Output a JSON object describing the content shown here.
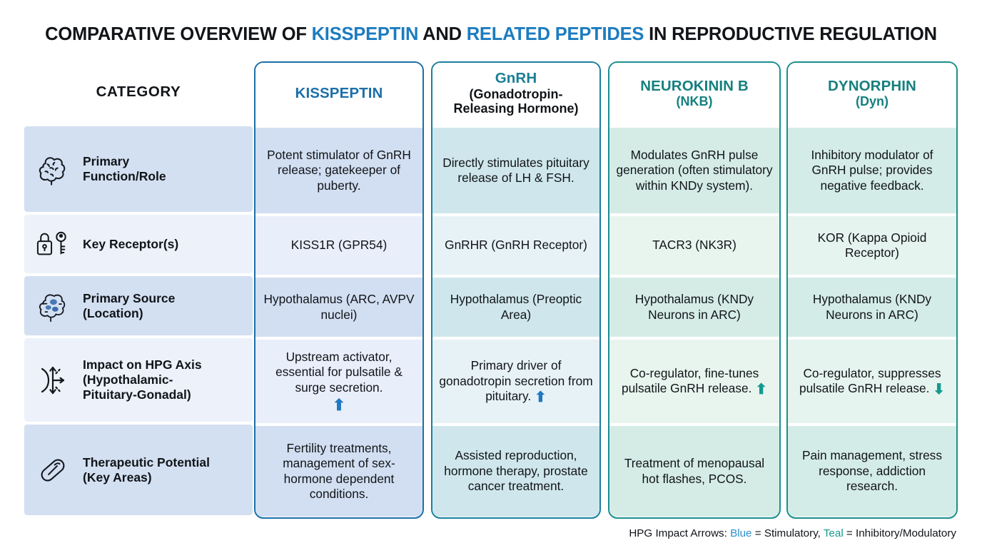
{
  "title": {
    "part1": "COMPARATIVE OVERVIEW OF ",
    "hl1": "KISSPEPTIN",
    "part2": " AND ",
    "hl2": "RELATED PEPTIDES",
    "part3": " IN REPRODUCTIVE REGULATION"
  },
  "category_header": "CATEGORY",
  "columns": [
    {
      "id": "kisspeptin",
      "title": "KISSPEPTIN",
      "subtitle": "",
      "accent": "#1c6fa8"
    },
    {
      "id": "gnrh",
      "title": "GnRH",
      "subtitle": "(Gonadotropin-\nReleasing Hormone)",
      "accent": "#1b7f9e"
    },
    {
      "id": "nkb",
      "title": "NEUROKININ B",
      "subtitle": "(NKB)",
      "accent": "#1a8f93"
    },
    {
      "id": "dynorphin",
      "title": "DYNORPHIN",
      "subtitle": "(Dyn)",
      "accent": "#1a8f8d"
    }
  ],
  "rows": [
    {
      "icon": "brain-icon",
      "label": "Primary\nFunction/Role",
      "cells": [
        {
          "text": "Potent stimulator of GnRH release; gatekeeper of puberty.",
          "arrow": ""
        },
        {
          "text": "Directly stimulates pituitary release of LH & FSH.",
          "arrow": ""
        },
        {
          "text": "Modulates GnRH pulse generation (often stimulatory within KNDy system).",
          "arrow": ""
        },
        {
          "text": "Inhibitory modulator of GnRH pulse; provides negative feedback.",
          "arrow": ""
        }
      ]
    },
    {
      "icon": "lock-key-icon",
      "label": "Key Receptor(s)",
      "cells": [
        {
          "text": "KISS1R (GPR54)",
          "arrow": ""
        },
        {
          "text": "GnRHR\n(GnRH Receptor)",
          "arrow": ""
        },
        {
          "text": "TACR3 (NK3R)",
          "arrow": ""
        },
        {
          "text": "KOR\n(Kappa Opioid Receptor)",
          "arrow": ""
        }
      ]
    },
    {
      "icon": "brain-location-icon",
      "label": "Primary Source\n(Location)",
      "cells": [
        {
          "text": "Hypothalamus\n(ARC, AVPV nuclei)",
          "arrow": ""
        },
        {
          "text": "Hypothalamus\n(Preoptic Area)",
          "arrow": ""
        },
        {
          "text": "Hypothalamus\n(KNDy Neurons in ARC)",
          "arrow": ""
        },
        {
          "text": "Hypothalamus\n(KNDy Neurons in ARC)",
          "arrow": ""
        }
      ]
    },
    {
      "icon": "hpg-axis-icon",
      "label": "Impact on HPG Axis\n(Hypothalamic-\nPituitary-Gonadal)",
      "cells": [
        {
          "text": "Upstream activator, essential for pulsatile & surge secretion.",
          "arrow": "up-blue",
          "arrow_block": true
        },
        {
          "text": "Primary driver of gonadotropin secretion from pituitary.",
          "arrow": "up-blue",
          "arrow_block": false
        },
        {
          "text": "Co-regulator, fine-tunes pulsatile GnRH release.",
          "arrow": "up-teal",
          "arrow_block": false
        },
        {
          "text": "Co-regulator, suppresses pulsatile GnRH release.",
          "arrow": "down-teal",
          "arrow_block": false
        }
      ]
    },
    {
      "icon": "pill-icon",
      "label": "Therapeutic Potential\n(Key Areas)",
      "cells": [
        {
          "text": "Fertility treatments, management of sex-hormone dependent conditions.",
          "arrow": ""
        },
        {
          "text": "Assisted reproduction, hormone therapy, prostate cancer treatment.",
          "arrow": ""
        },
        {
          "text": "Treatment of menopausal hot flashes, PCOS.",
          "arrow": ""
        },
        {
          "text": "Pain management, stress response, addiction research.",
          "arrow": ""
        }
      ]
    }
  ],
  "footer": {
    "prefix": "HPG Impact Arrows: ",
    "blue_word": "Blue",
    "mid": " = Stimulatory, ",
    "teal_word": "Teal",
    "suffix": " = Inhibitory/Modulatory"
  },
  "colors": {
    "title_highlight": "#1c7cc0",
    "stimulatory_arrow": "#1f78c1",
    "modulatory_arrow": "#15998f"
  }
}
